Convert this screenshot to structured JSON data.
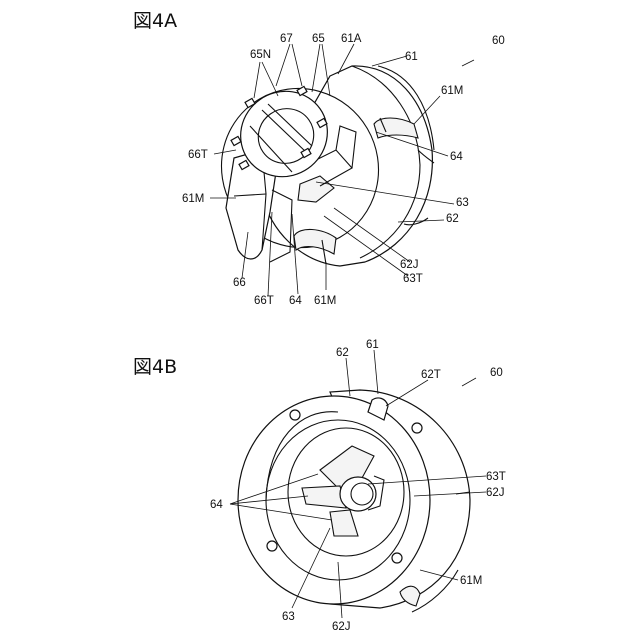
{
  "figA": {
    "title": "図4A",
    "labels": {
      "n60": "60",
      "n61": "61",
      "n61A": "61A",
      "n61M_right": "61M",
      "n64_right": "64",
      "n63": "63",
      "n62": "62",
      "n62J": "62J",
      "n63T": "63T",
      "n61M_bottom": "61M",
      "n64_bottom": "64",
      "n66T_bottom": "66T",
      "n66": "66",
      "n61M_left": "61M",
      "n66T_left": "66T",
      "n65N": "65N",
      "n67": "67",
      "n65": "65"
    }
  },
  "figB": {
    "title": "図4B",
    "labels": {
      "n62": "62",
      "n61": "61",
      "n62T": "62T",
      "n60": "60",
      "n63T": "63T",
      "n62J_right": "62J",
      "n64": "64",
      "n61M": "61M",
      "n63": "63",
      "n62J_bottom": "62J"
    }
  }
}
